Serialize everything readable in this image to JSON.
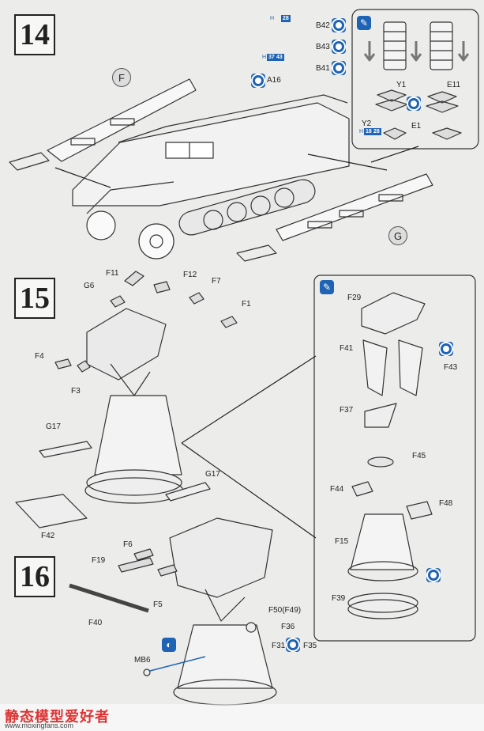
{
  "steps": {
    "s14": "14",
    "s15": "15",
    "s16": "16"
  },
  "step14": {
    "callout_f": "F",
    "callout_g": "G",
    "parts": {
      "b42": "B42",
      "b43": "B43",
      "b41": "B41",
      "a16": "A16",
      "y1": "Y1",
      "y2": "Y2",
      "e11": "E11",
      "e1": "E1"
    },
    "tags": {
      "t1h": "H",
      "t1n": "28",
      "t2h": "H",
      "t2n": "37",
      "t2b": "43",
      "t3h": "H",
      "t3n": "18",
      "t3b": "28"
    }
  },
  "step15": {
    "parts": {
      "f11": "F11",
      "f12": "F12",
      "g6": "G6",
      "f7": "F7",
      "f1": "F1",
      "f4": "F4",
      "f3": "F3",
      "g17a": "G17",
      "g17b": "G17",
      "f42": "F42"
    },
    "detail": {
      "f29": "F29",
      "f41": "F41",
      "f43": "F43",
      "f37": "F37",
      "f45": "F45",
      "f44": "F44",
      "f48": "F48",
      "f15": "F15",
      "f39": "F39"
    }
  },
  "step16": {
    "parts": {
      "f6": "F6",
      "f19": "F19",
      "f5": "F5",
      "f40": "F40",
      "f50": "F50(F49)",
      "f36": "F36",
      "f31": "F31",
      "f35": "F35",
      "mb6": "MB6"
    }
  },
  "footer": {
    "site": "静态模型爱好者",
    "url": "www.moxingfans.com"
  },
  "colors": {
    "accent": "#1f63b4",
    "line": "#333333",
    "watermark": "#d33333"
  }
}
